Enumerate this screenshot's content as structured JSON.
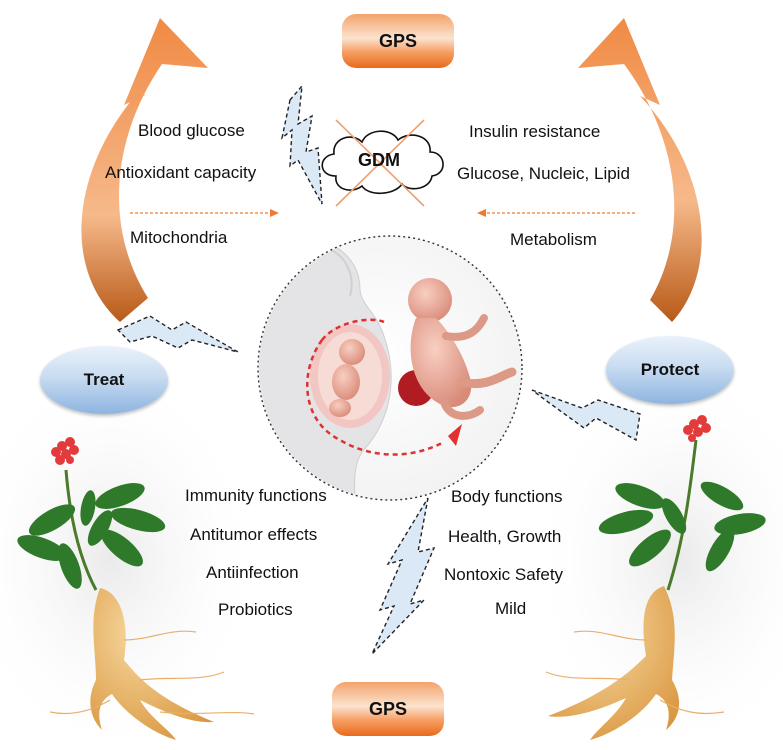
{
  "top_badge": "GPS",
  "bottom_badge": "GPS",
  "center_label": "GDM",
  "treat_label": "Treat",
  "protect_label": "Protect",
  "top_left_labels": [
    "Blood glucose",
    "Antioxidant capacity",
    "Mitochondria"
  ],
  "top_right_labels": [
    "Insulin resistance",
    "Glucose, Nucleic, Lipid",
    "Metabolism"
  ],
  "bottom_left_labels": [
    "Immunity functions",
    "Antitumor effects",
    "Antiinfection",
    "Probiotics"
  ],
  "bottom_right_labels": [
    "Body functions",
    "Health, Growth",
    "Nontoxic Safety",
    "Mild"
  ],
  "colors": {
    "arrow_orange": "#ee7a2e",
    "badge_orange": "#f08a44",
    "oval_blue": "#9fc0e6",
    "bolt_fill": "#dbe8f6",
    "dashed_red": "#e03030",
    "ginseng_root": "#e9b565",
    "leaf_green": "#2f7a2a",
    "berry_red": "#e33b3b"
  }
}
